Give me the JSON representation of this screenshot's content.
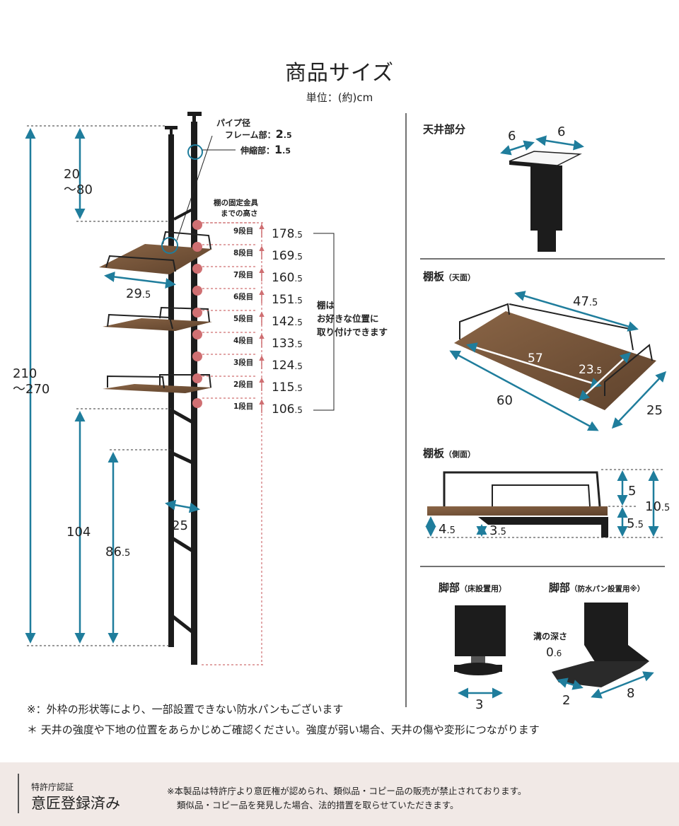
{
  "title": "商品サイズ",
  "unit": "単位：(約)cm",
  "pipe": {
    "heading": "パイプ径",
    "frame_label": "フレーム部：",
    "frame_val": "2",
    "frame_dec": ".5",
    "ext_label": "伸縮部：",
    "ext_val": "1",
    "ext_dec": ".5"
  },
  "left_dims": {
    "top_gap": "20",
    "top_gap2": "～80",
    "total": "210",
    "total2": "～270",
    "h104": "104",
    "h86": "86",
    "h86_dec": ".5",
    "width25": "25",
    "shelf_depth": "29",
    "shelf_depth_dec": ".5"
  },
  "bracket_header": [
    "棚の固定金具",
    "までの高さ"
  ],
  "levels": [
    {
      "label": "9段目",
      "int": "178",
      "dec": ".5"
    },
    {
      "label": "8段目",
      "int": "169",
      "dec": ".5"
    },
    {
      "label": "7段目",
      "int": "160",
      "dec": ".5"
    },
    {
      "label": "6段目",
      "int": "151",
      "dec": ".5"
    },
    {
      "label": "5段目",
      "int": "142",
      "dec": ".5"
    },
    {
      "label": "4段目",
      "int": "133",
      "dec": ".5"
    },
    {
      "label": "3段目",
      "int": "124",
      "dec": ".5"
    },
    {
      "label": "2段目",
      "int": "115",
      "dec": ".5"
    },
    {
      "label": "1段目",
      "int": "106",
      "dec": ".5"
    }
  ],
  "shelf_note": [
    "棚は",
    "お好きな位置に",
    "取り付けできます"
  ],
  "ceiling": {
    "heading": "天井部分",
    "w1": "6",
    "w2": "6"
  },
  "shelf_top": {
    "heading": "棚板",
    "sub": "（天面）",
    "rail": "47",
    "rail_dec": ".5",
    "inner": "57",
    "inner_depth": "23",
    "inner_depth_dec": ".5",
    "width": "60",
    "depth": "25"
  },
  "shelf_side": {
    "heading": "棚板",
    "sub": "（側面）",
    "h5": "5",
    "h55": "5",
    "h55_dec": ".5",
    "h105": "10",
    "h105_dec": ".5",
    "h45": "4",
    "h45_dec": ".5",
    "h35": "3",
    "h35_dec": ".5"
  },
  "foot_floor": {
    "heading": "脚部",
    "sub": "（床設置用）",
    "w": "3"
  },
  "foot_pan": {
    "heading": "脚部",
    "sub": "（防水パン設置用※）",
    "groove": "溝の深さ",
    "groove_val": "0",
    "groove_dec": ".6",
    "w2": "2",
    "w8": "8"
  },
  "notes": [
    "※：外枠の形状等により、一部設置できない防水パンもございます",
    "＊ 天井の強度や下地の位置をあらかじめご確認ください。強度が弱い場合、天井の傷や変形につながります"
  ],
  "footer": {
    "small": "特許庁認証",
    "big": "意匠登録済み",
    "line1": "※本製品は特許庁より意匠権が認められ、類似品・コピー品の販売が禁止されております。",
    "line2": "類似品・コピー品を発見した場合、法的措置を取らせていただきます。"
  },
  "colors": {
    "teal": "#1f7d9c",
    "pink": "#cf6f72",
    "wood": "#7a5a3e",
    "frame": "#1c1c1c",
    "footer_bg": "#f1e9e6"
  }
}
